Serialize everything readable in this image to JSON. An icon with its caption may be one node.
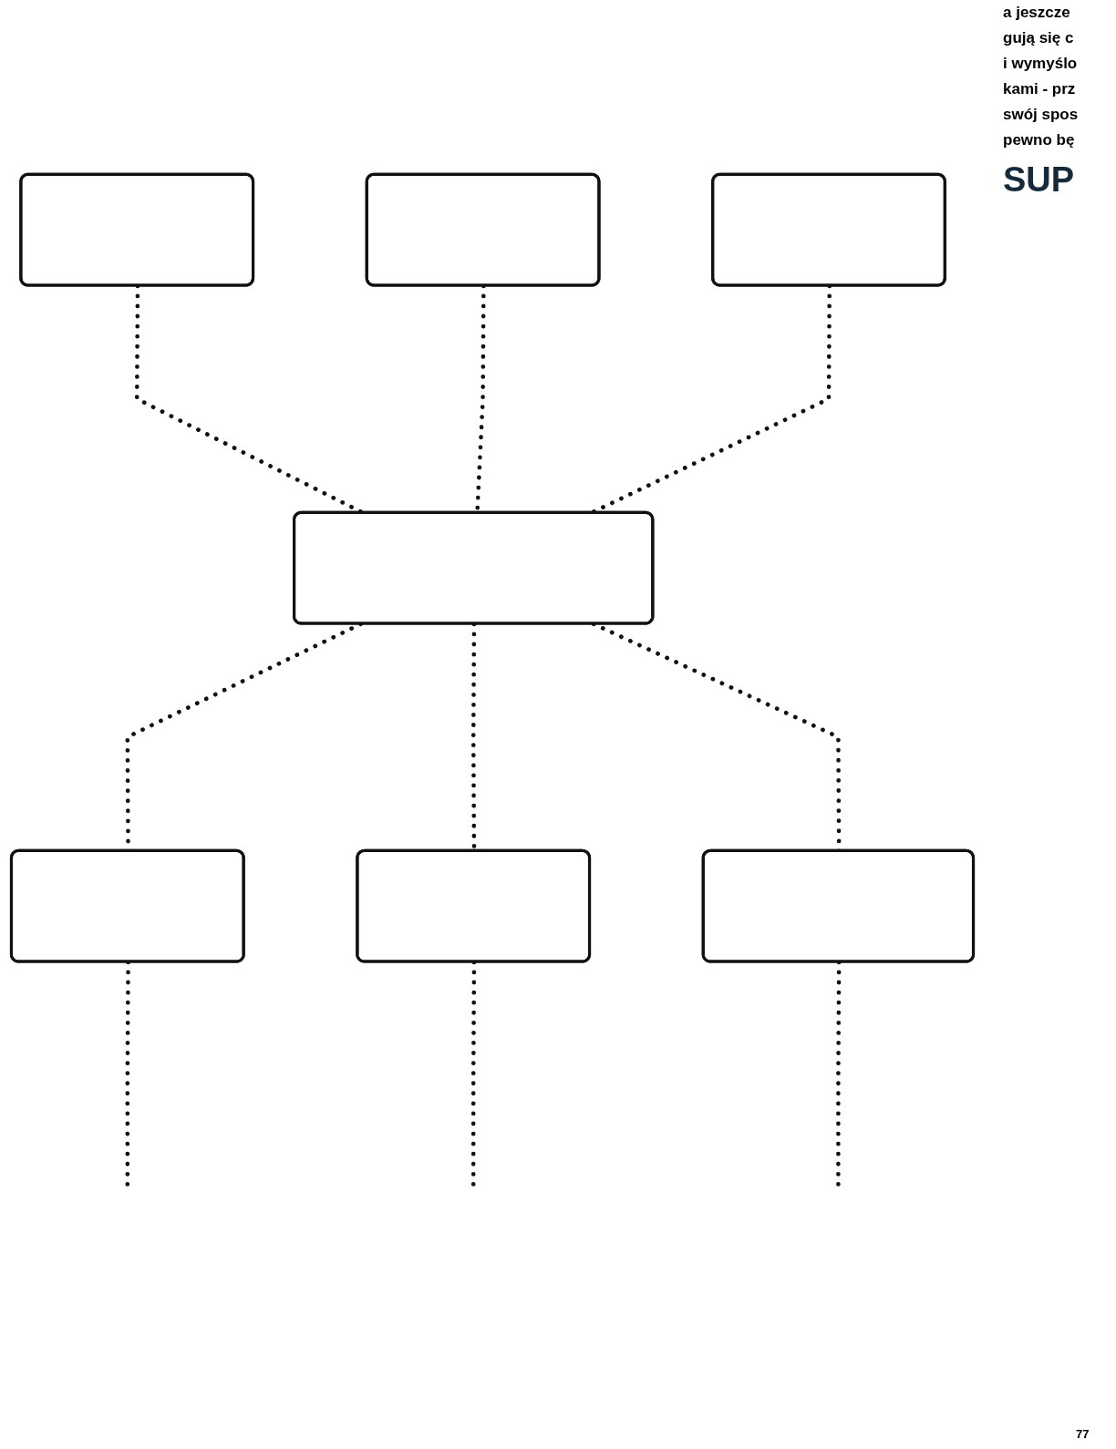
{
  "diagram": {
    "nodes": [
      {
        "text": [],
        "shape": "box"
      },
      {
        "text": [],
        "shape": "box"
      },
      {
        "text": [],
        "shape": "box"
      },
      {
        "text": [],
        "shape": "box"
      },
      {
        "text": [],
        "shape": "box"
      },
      {
        "text": [],
        "shape": "box"
      },
      {
        "text": [],
        "shape": "box"
      }
    ],
    "edges": [
      {
        "from": 0,
        "to": 3,
        "arrow": "none"
      },
      {
        "from": 1,
        "to": 3,
        "arrow": "none"
      },
      {
        "from": 2,
        "to": 3,
        "arrow": "none"
      },
      {
        "from": 3,
        "to": 4,
        "arrow": "none"
      },
      {
        "from": 3,
        "to": 6,
        "arrow": "none"
      },
      {
        "from": 3,
        "to": 5,
        "arrow": "none"
      },
      {
        "from": 4,
        "to": null,
        "arrow": "none"
      },
      {
        "from": 6,
        "to": null,
        "arrow": "none"
      },
      {
        "from": 5,
        "to": null,
        "arrow": "none"
      }
    ],
    "labels": [
      "a jeszcze",
      "gują się c",
      "i wymyślo",
      "kami - prz",
      "swój spos",
      "pewno bę",
      "SUP",
      "77"
    ]
  }
}
